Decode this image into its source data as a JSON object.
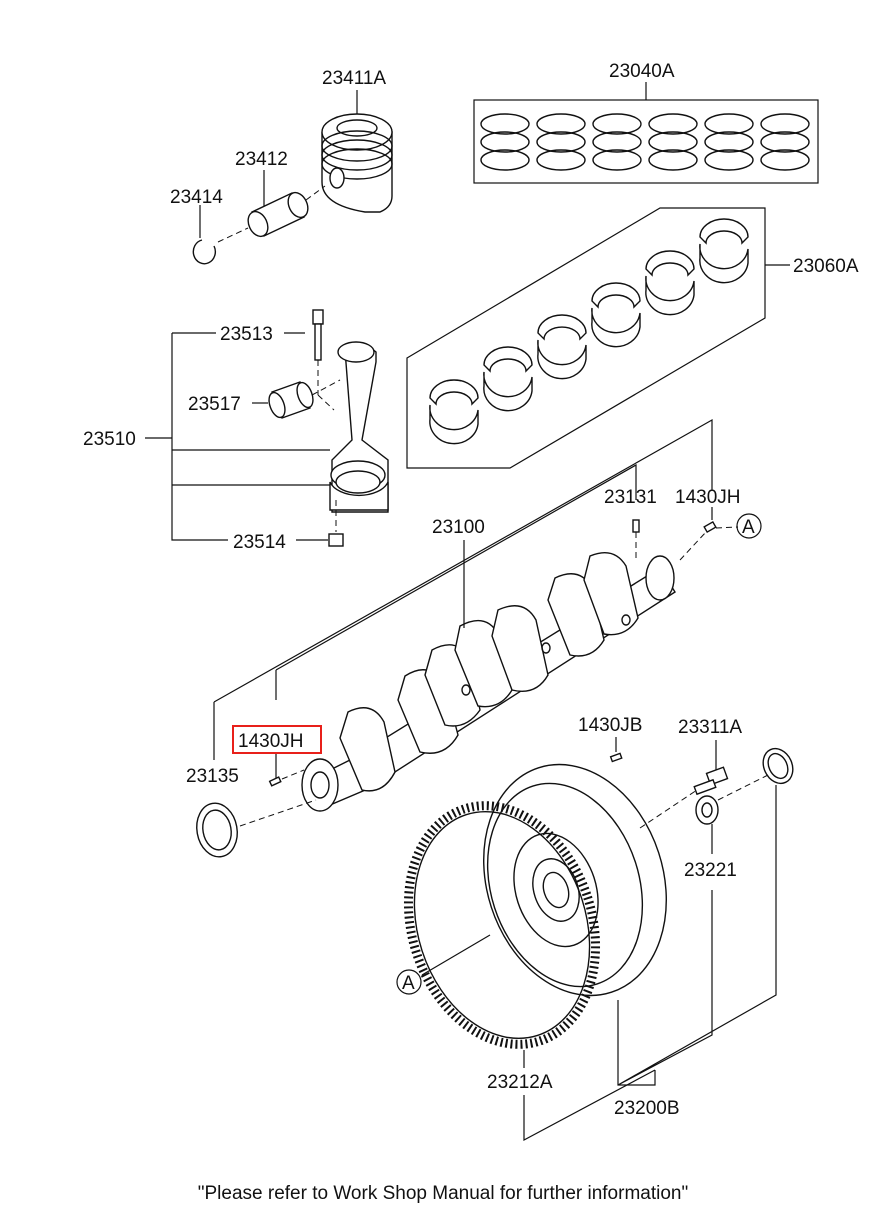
{
  "labels": {
    "piston": "23411A",
    "pin": "23412",
    "clip": "23414",
    "ring_set": "23040A",
    "bearing_set": "23060A",
    "conrod_bolt": "23513",
    "conrod_bush": "23517",
    "conrod_assy": "23510",
    "conrod_nut": "23514",
    "crank_key": "23131",
    "pin_jh_top": "1430JH",
    "crankshaft": "23100",
    "pin_jh_highlight": "1430JH",
    "front_seal": "23135",
    "pin_jb": "1430JB",
    "fw_bolt": "23311A",
    "bushing": "23221",
    "ring_gear": "23212A",
    "flywheel_assy": "23200B",
    "ref_a_top": "A",
    "ref_a_bottom": "A"
  },
  "footer_note": "\"Please refer to Work Shop Manual for further information\"",
  "highlight_color": "#e8201a",
  "line_color": "#111111"
}
